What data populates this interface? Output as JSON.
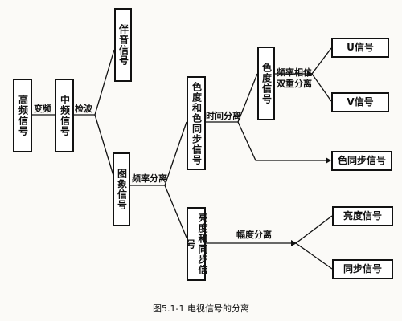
{
  "boxes": {
    "high_freq": "高频信号",
    "mid_freq": "中频信号",
    "audio": "伴音信号",
    "video": "图象信号",
    "chroma_sync": "色度和色同步信号",
    "luma_sync": "亮度和同步信号",
    "chroma": "色度信号",
    "u_signal": "U信号",
    "v_signal": "V信号",
    "color_sync": "色同步信号",
    "luma": "亮度信号",
    "sync": "同步信号"
  },
  "edge_labels": {
    "conversion": "变频",
    "detection": "检波",
    "freq_sep": "频率分离",
    "time_sep": "时间分离",
    "freq_phase_line1": "频率相位",
    "freq_phase_line2": "双重分离",
    "amp_sep": "幅度分离"
  },
  "caption": "图5.1-1  电视信号的分离"
}
